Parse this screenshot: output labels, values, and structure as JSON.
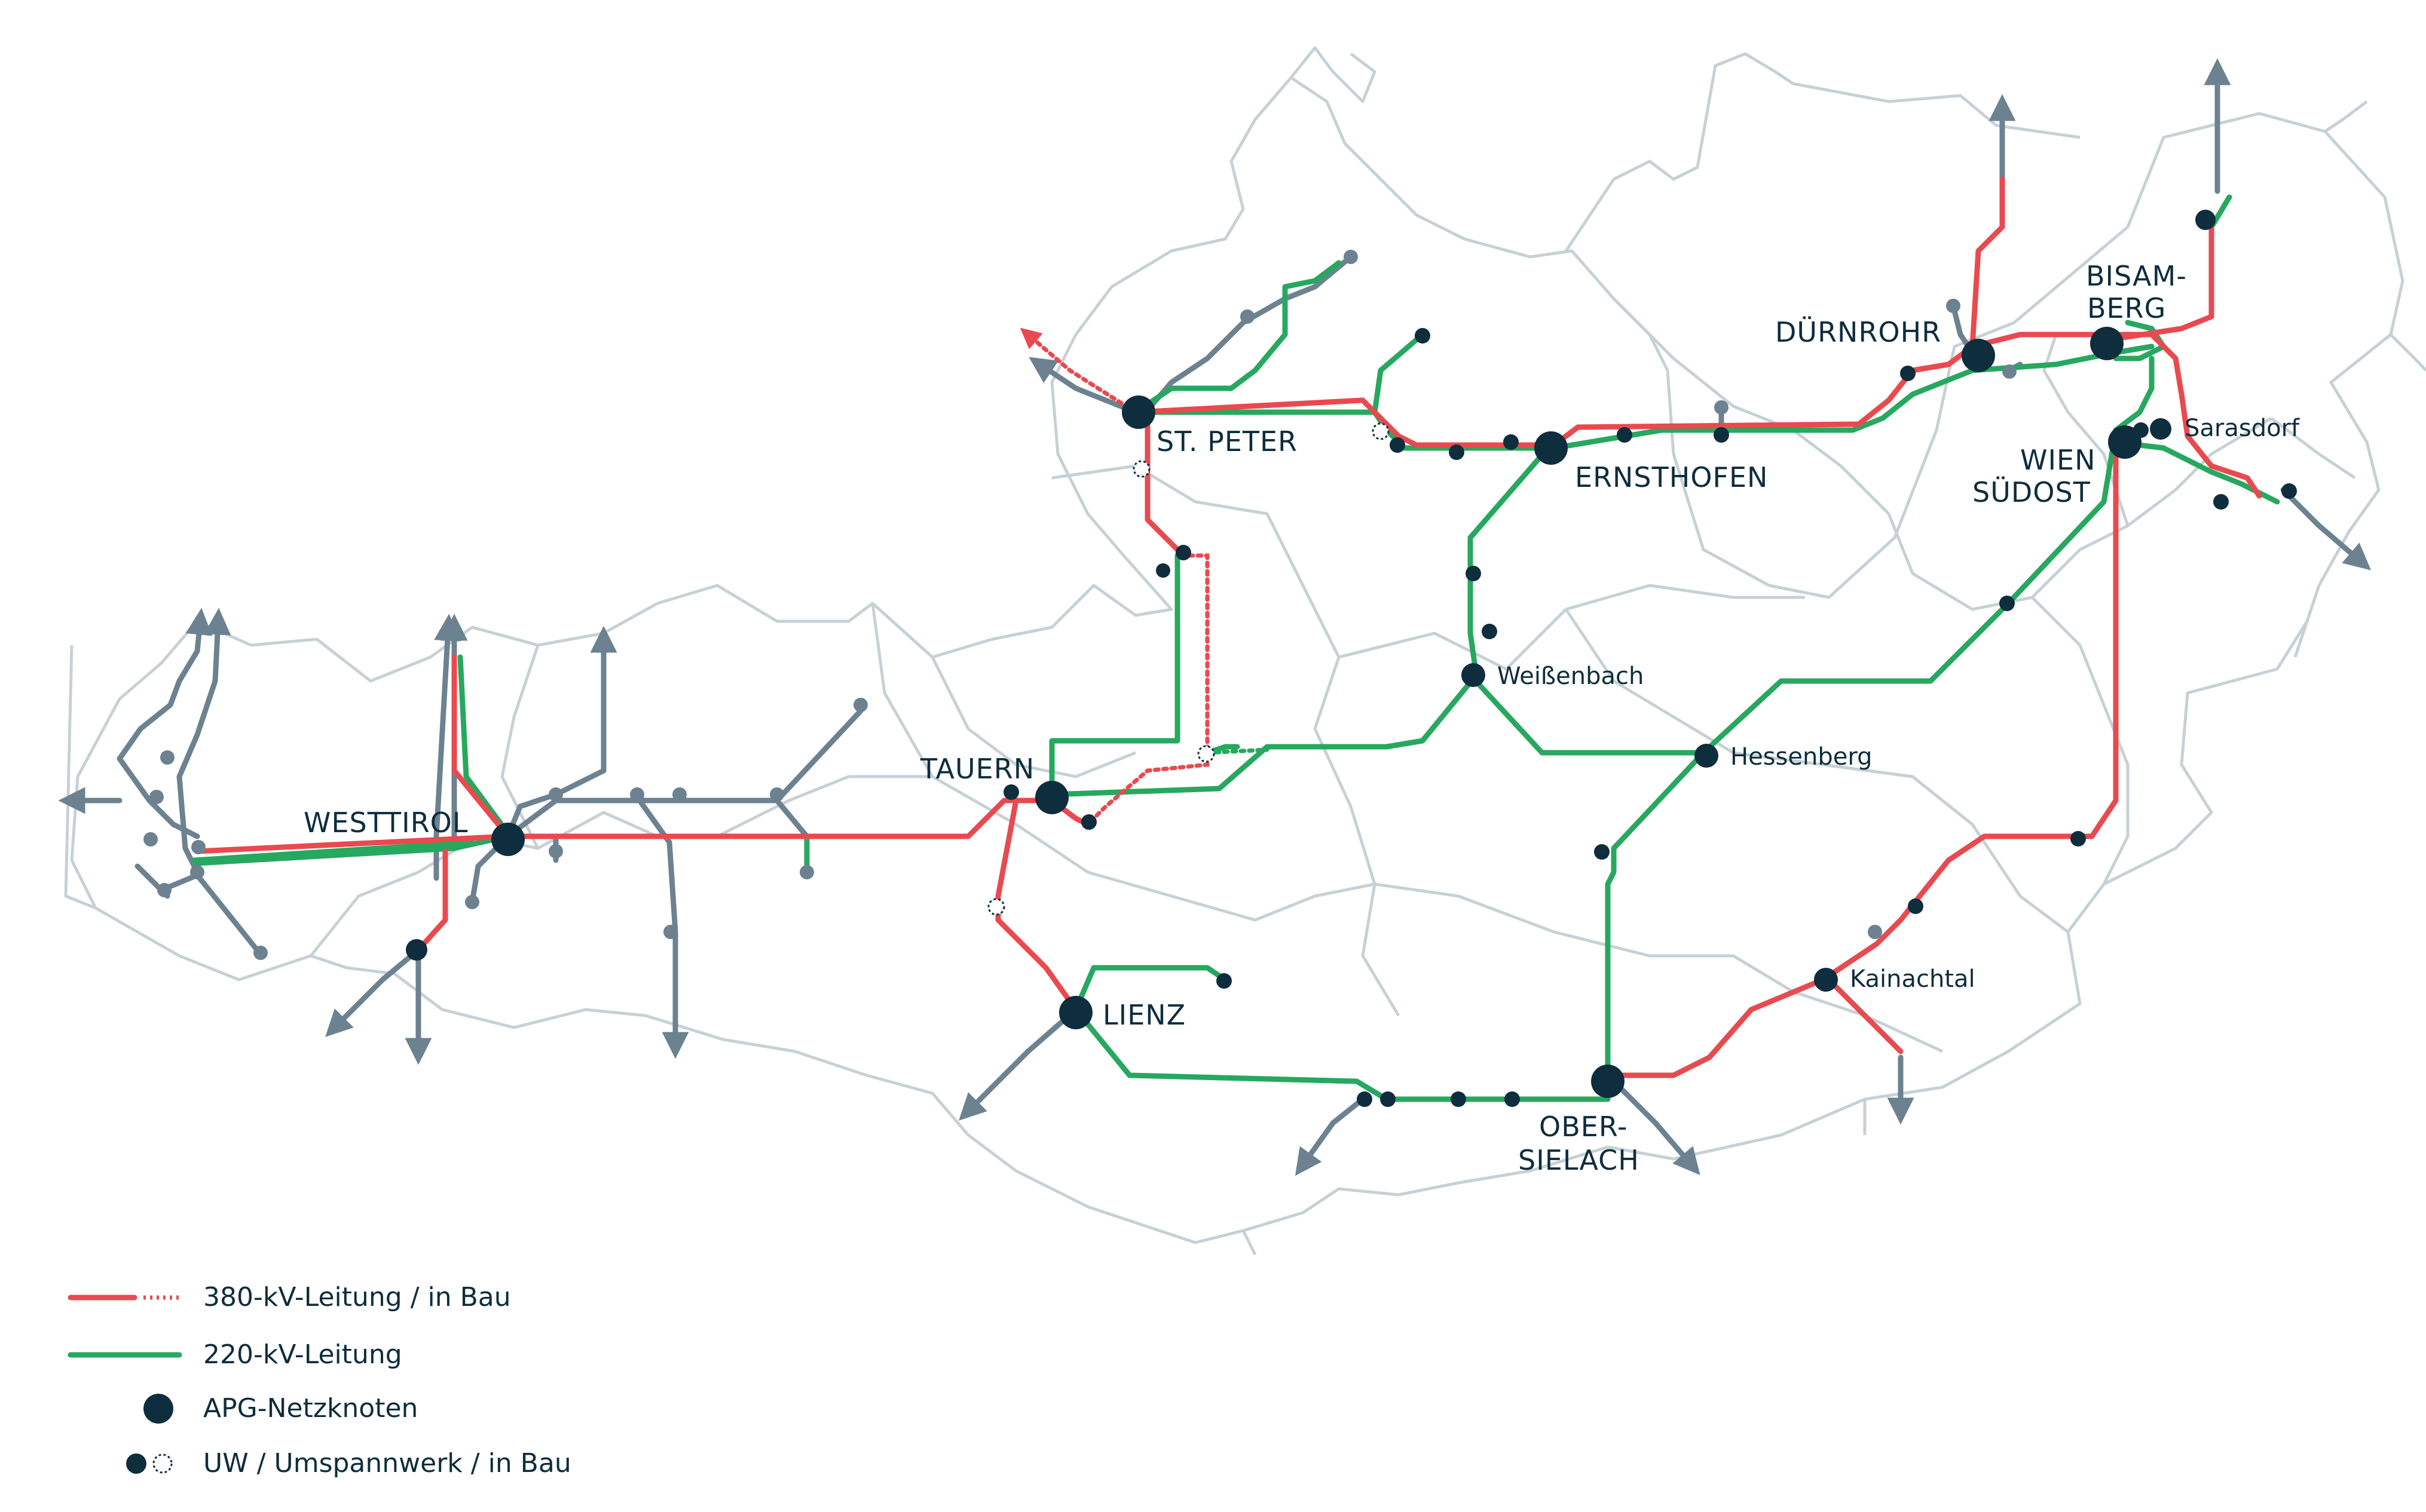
{
  "colors": {
    "line_380": "#e84a4f",
    "line_220": "#27a85f",
    "foreign": "#6c8290",
    "node": "#0e2d3d",
    "border": "#c6d1d6",
    "text": "#0e2d3d"
  },
  "nodes": {
    "westtirol": "WESTTIROL",
    "st_peter": "ST. PETER",
    "tauern": "TAUERN",
    "lienz": "LIENZ",
    "ernsthofen": "ERNSTHOFEN",
    "duernrohr": "DÜRNROHR",
    "bisamberg_1": "BISAM-",
    "bisamberg_2": "BERG",
    "wien_1": "WIEN",
    "wien_2": "SÜDOST",
    "obersielach_1": "OBER-",
    "obersielach_2": "SIELACH"
  },
  "substations": {
    "weissenbach": "Weißenbach",
    "hessenberg": "Hessenberg",
    "kainachtal": "Kainachtal",
    "sarasdorf": "Sarasdorf"
  },
  "legend": [
    {
      "label": "380-kV-Leitung / in Bau",
      "symbol": "line-380"
    },
    {
      "label": "220-kV-Leitung",
      "symbol": "line-220"
    },
    {
      "label": "APG-Netzknoten",
      "symbol": "node"
    },
    {
      "label": "UW / Umspannwerk / in Bau",
      "symbol": "substation"
    }
  ]
}
